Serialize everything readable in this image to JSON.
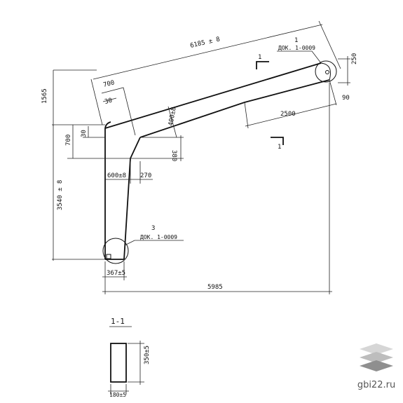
{
  "dimensions": {
    "top_length": "6185 ± 8",
    "left_height_top": "1565",
    "left_height_main": "3540 ± 8",
    "top_offset_700": "700",
    "top_offset_30": "30",
    "left_700": "700",
    "left_30": "30",
    "thickness_400": "400±8",
    "height_380": "380",
    "width_600": "600±8",
    "width_270": "270",
    "right_horizontal": "2500",
    "right_90": "90",
    "end_250": "250",
    "base_367": "367±5",
    "total_width": "5985"
  },
  "callouts": {
    "node_1_number": "1",
    "node_1_doc": "ДОК. 1-0009",
    "node_3_number": "3",
    "node_3_doc": "ДОК. 1-0009"
  },
  "section": {
    "marker_upper": "1",
    "marker_lower": "1",
    "title": "1-1",
    "height": "350±5",
    "width": "180±5"
  },
  "watermark": {
    "text": "gbi22.ru",
    "colors": {
      "top": "#d6d6d6",
      "middle": "#bdbdbd",
      "bottom": "#8f8f8f"
    }
  }
}
